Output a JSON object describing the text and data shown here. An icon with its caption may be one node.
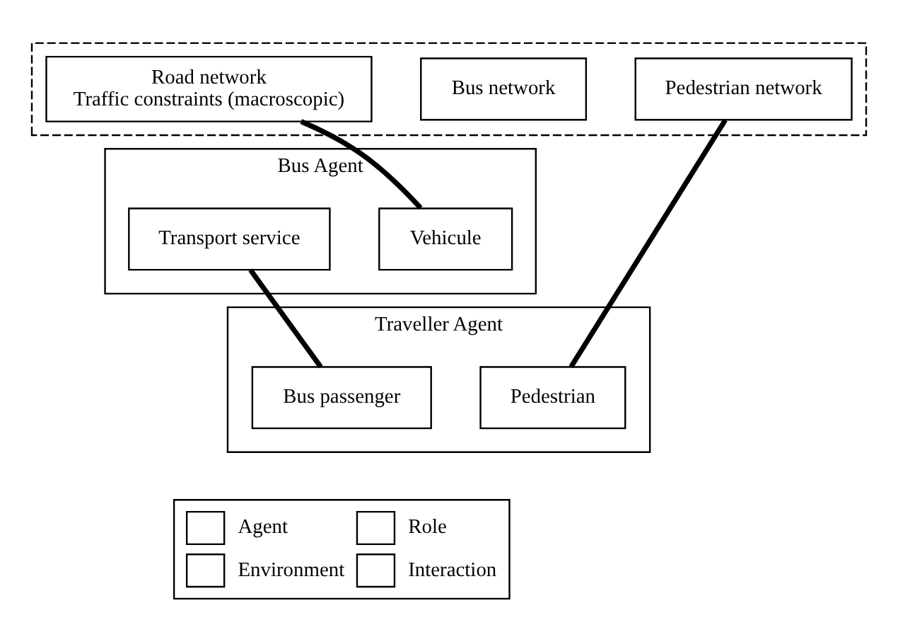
{
  "diagram": {
    "nodes": [
      {
        "text": [],
        "shape": "box"
      },
      {
        "text": [
          "Road network",
          "Traffic constraints (macroscopic)"
        ],
        "in": 0
      },
      {
        "text": [
          "Bus network"
        ],
        "in": 0
      },
      {
        "text": [
          "Pedestrian network"
        ],
        "in": 0
      },
      {
        "text": [
          "Bus Agent"
        ]
      },
      {
        "text": [
          "Vehicule"
        ],
        "in": 4
      },
      {
        "text": [
          "Transport service"
        ],
        "in": 4
      },
      {
        "text": [
          "Traveller Agent"
        ]
      },
      {
        "text": [
          "Pedestrian"
        ],
        "in": 7
      },
      {
        "text": [
          "Bus passenger"
        ],
        "in": 7
      }
    ],
    "edges": [
      {
        "from": 1,
        "to": 5,
        "arrow": "none"
      },
      {
        "from": 3,
        "to": 8,
        "arrow": "none"
      },
      {
        "from": 6,
        "to": 9,
        "arrow": "none"
      }
    ],
    "legend": [
      {
        "text": "Agent"
      },
      {
        "text": "Role"
      },
      {
        "text": "Environment"
      },
      {
        "text": "Interaction"
      }
    ]
  }
}
